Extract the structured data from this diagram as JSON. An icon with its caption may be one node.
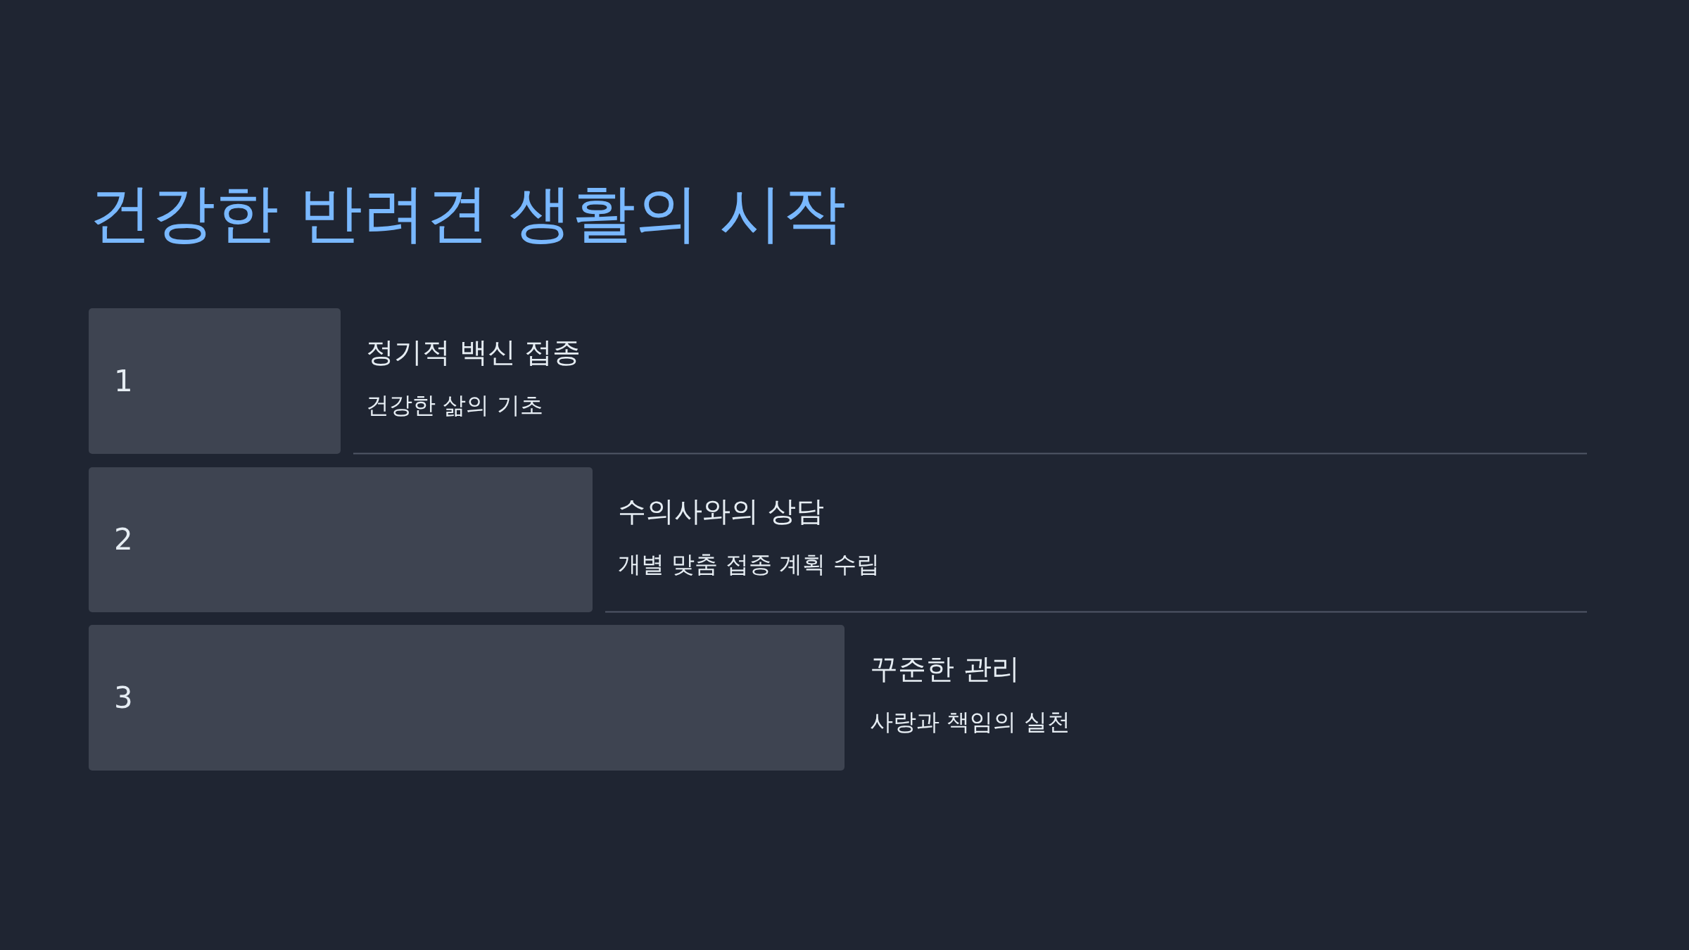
{
  "diagram": {
    "title": "건강한 반려견 생활의 시작",
    "nodes": [
      {
        "text": [
          "1"
        ],
        "beside": [
          "정기적 백신 접종",
          "건강한 삶의 기초"
        ]
      },
      {
        "text": [
          "2"
        ],
        "beside": [
          "수의사와의 상담",
          "개별 맞춤 접종 계획 수립"
        ]
      },
      {
        "text": [
          "3"
        ],
        "beside": [
          "꾸준한 관리",
          "사랑과 책임의 실천"
        ]
      }
    ]
  }
}
